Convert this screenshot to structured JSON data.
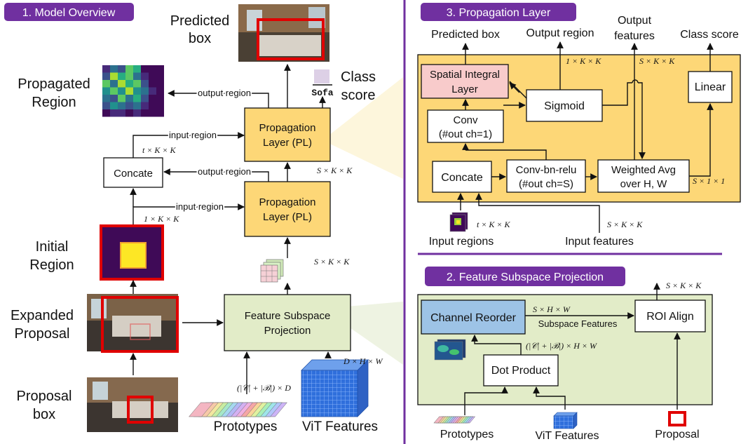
{
  "headers": {
    "model_overview": "1. Model Overview",
    "propagation_layer": "3. Propagation Layer",
    "feature_subspace": "2. Feature Subspace Projection"
  },
  "left": {
    "predicted_box": [
      "Predicted",
      "box"
    ],
    "propagated_region": [
      "Propagated",
      "Region"
    ],
    "initial_region": [
      "Initial",
      "Region"
    ],
    "expanded_proposal": [
      "Expanded",
      "Proposal"
    ],
    "proposal_box": [
      "Proposal",
      "box"
    ],
    "class_score": [
      "Class",
      "score"
    ],
    "class_label": "Sofa",
    "output_region": "output region",
    "input_region": "input region",
    "concate": "Concate",
    "pl": [
      "Propagation",
      "Layer (PL)"
    ],
    "fsp": [
      "Feature Subspace",
      "Projection"
    ],
    "prototypes": "Prototypes",
    "vit_features": "ViT Features",
    "dims": {
      "tkk": "t × K × K",
      "skk": "S × K × K",
      "onekk": "1 × K × K",
      "proto_dim": "(|𝒞| + |ℬ|) × D",
      "dhw": "D × H × W"
    }
  },
  "pl_panel": {
    "predicted_box": "Predicted box",
    "output_region": "Output region",
    "output_features": [
      "Output",
      "features"
    ],
    "class_score": "Class score",
    "sil": [
      "Spatial Integral",
      "Layer"
    ],
    "sigmoid": "Sigmoid",
    "linear": "Linear",
    "conv": [
      "Conv",
      "(#out ch=1)"
    ],
    "concate": "Concate",
    "cbr": [
      "Conv-bn-relu",
      "(#out ch=S)"
    ],
    "wavg": [
      "Weighted Avg",
      "over H, W"
    ],
    "input_regions": "Input regions",
    "input_features": "Input features",
    "dims": {
      "onekk": "1 × K × K",
      "skk": "S × K × K",
      "s11": "S × 1 × 1",
      "tkk": "t × K × K",
      "skk_in": "S × K × K"
    }
  },
  "fsp_panel": {
    "channel_reorder": "Channel Reorder",
    "roi_align": "ROI Align",
    "dot_product": "Dot Product",
    "subspace_features": "Subspace Features",
    "prototypes": "Prototypes",
    "vit_features": "ViT Features",
    "proposal": "Proposal",
    "dims": {
      "shw": "S × H × W",
      "skk": "S × K × K",
      "proto_hw": "(|𝒞| + |ℬ|) × H × W"
    }
  },
  "colors": {
    "header_purple": "#7030a0",
    "pl_yellow": "#fdd777",
    "green_panel": "#e2ecc8",
    "sil_pink": "#f8cbcb",
    "blue_box": "#9dc3e6",
    "red": "#e00000",
    "heat_dark": "#3f0a57"
  }
}
